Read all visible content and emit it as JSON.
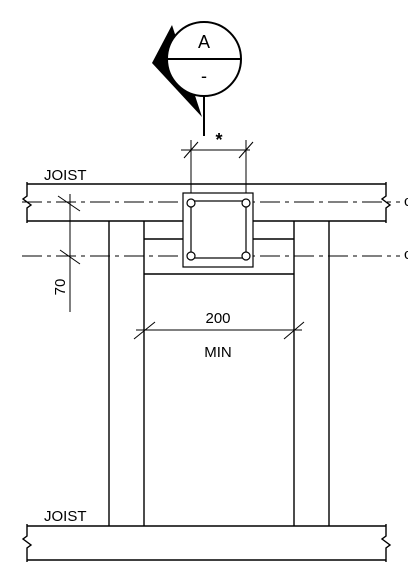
{
  "section_marker": {
    "letter": "A",
    "sheet": "-"
  },
  "dimension_top": {
    "label": "*"
  },
  "joist_top": {
    "label": "JOIST"
  },
  "joist_bottom": {
    "label": "JOIST"
  },
  "dimension_side": {
    "label": "70"
  },
  "dimension_width": {
    "value": "200",
    "note": "MIN"
  },
  "centerline_marker_upper": {
    "label": "c"
  },
  "centerline_marker_lower": {
    "label": "c"
  },
  "colors": {
    "line": "#000000",
    "background": "#ffffff"
  }
}
